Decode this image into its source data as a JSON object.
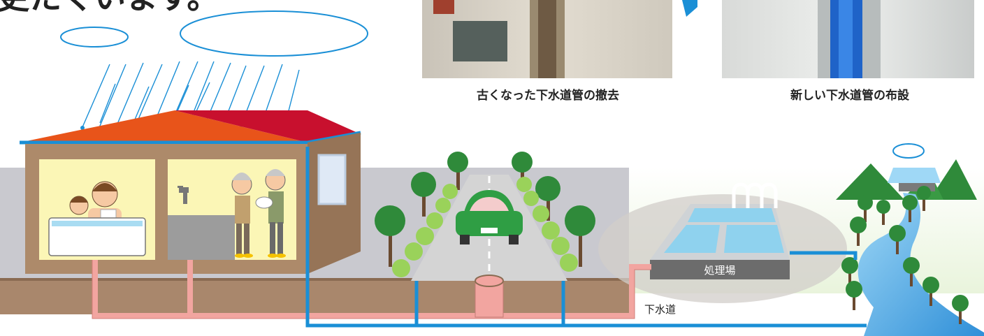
{
  "header_text_partial": "更たくいます。",
  "photos": [
    {
      "caption": "古くなった下水道管の撤去"
    },
    {
      "caption": "新しい下水道管の布設"
    }
  ],
  "labels": {
    "treatment_plant": "処理場",
    "sewer": "下水道"
  },
  "colors": {
    "roof_left": "#e8541a",
    "roof_right": "#c8102e",
    "clean_water_pipe": "#1a8fd6",
    "sewer_pipe": "#f2a5a0",
    "wall": "#ad8a6a",
    "room": "#fbf6b6",
    "ground": "#a9876c",
    "car": "#2f9e44",
    "river": "#4fb0e8"
  }
}
